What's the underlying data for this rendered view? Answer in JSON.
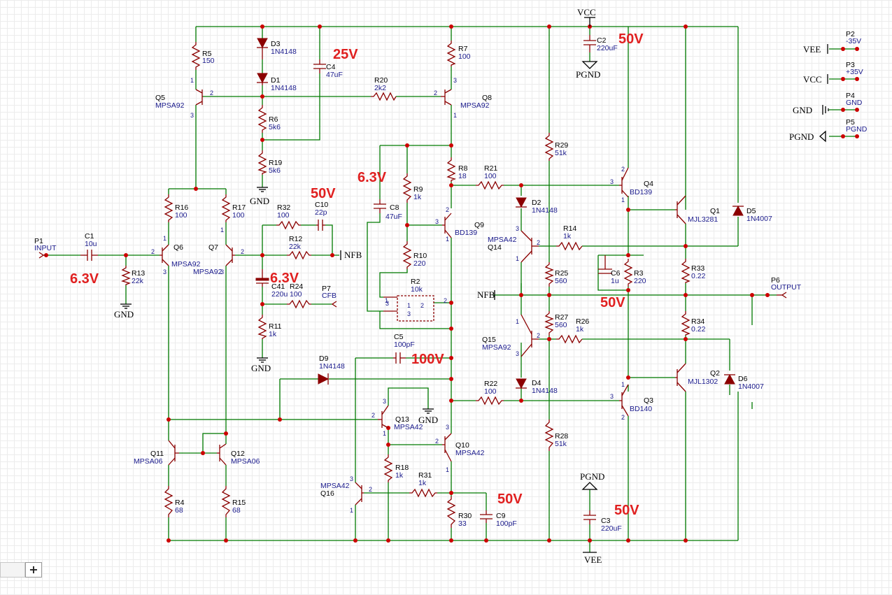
{
  "zoom": {
    "minus_label": "",
    "plus_label": "+"
  },
  "nets": {
    "vcc": "VCC",
    "pgnd": "PGND",
    "gnd": "GND",
    "nfb": "NFB",
    "vee": "VEE"
  },
  "voltages": {
    "v25": "25V",
    "v50": "50V",
    "v63": "6.3V",
    "v100": "100V"
  },
  "ports": [
    {
      "ref": "P1",
      "name": "INPUT"
    },
    {
      "ref": "P2",
      "name": "-35V",
      "net": "VEE"
    },
    {
      "ref": "P3",
      "name": "+35V",
      "net": "VCC"
    },
    {
      "ref": "P4",
      "name": "GND",
      "net": "GND"
    },
    {
      "ref": "P5",
      "name": "PGND",
      "net": "PGND"
    },
    {
      "ref": "P6",
      "name": "OUTPUT"
    },
    {
      "ref": "P7",
      "name": "CFB"
    }
  ],
  "resistors": [
    {
      "ref": "R5",
      "value": "150"
    },
    {
      "ref": "R6",
      "value": "5k6"
    },
    {
      "ref": "R19",
      "value": "5k6"
    },
    {
      "ref": "R20",
      "value": "2k2"
    },
    {
      "ref": "R7",
      "value": "100"
    },
    {
      "ref": "R8",
      "value": "18"
    },
    {
      "ref": "R21",
      "value": "100"
    },
    {
      "ref": "R29",
      "value": "51k"
    },
    {
      "ref": "R9",
      "value": "1k"
    },
    {
      "ref": "R10",
      "value": "220"
    },
    {
      "ref": "R2",
      "value": "10k"
    },
    {
      "ref": "R16",
      "value": "100"
    },
    {
      "ref": "R17",
      "value": "100"
    },
    {
      "ref": "R32",
      "value": "100"
    },
    {
      "ref": "R12",
      "value": "22k"
    },
    {
      "ref": "R13",
      "value": "22k"
    },
    {
      "ref": "R24",
      "value": "100"
    },
    {
      "ref": "R11",
      "value": "1k"
    },
    {
      "ref": "R14",
      "value": "1k"
    },
    {
      "ref": "R25",
      "value": "560"
    },
    {
      "ref": "R27",
      "value": "560"
    },
    {
      "ref": "R26",
      "value": "1k"
    },
    {
      "ref": "R3",
      "value": "220"
    },
    {
      "ref": "R33",
      "value": "0.22"
    },
    {
      "ref": "R34",
      "value": "0.22"
    },
    {
      "ref": "R22",
      "value": "100"
    },
    {
      "ref": "R28",
      "value": "51k"
    },
    {
      "ref": "R18",
      "value": "1k"
    },
    {
      "ref": "R31",
      "value": "1k"
    },
    {
      "ref": "R30",
      "value": "33"
    },
    {
      "ref": "R4",
      "value": "68"
    },
    {
      "ref": "R15",
      "value": "68"
    }
  ],
  "capacitors": [
    {
      "ref": "C1",
      "value": "10u"
    },
    {
      "ref": "C4",
      "value": "47uF"
    },
    {
      "ref": "C2",
      "value": "220uF"
    },
    {
      "ref": "C8",
      "value": "47uF"
    },
    {
      "ref": "C10",
      "value": "22p"
    },
    {
      "ref": "C41",
      "value": "220u"
    },
    {
      "ref": "C6",
      "value": "1u"
    },
    {
      "ref": "C5",
      "value": "100pF"
    },
    {
      "ref": "C9",
      "value": "100pF"
    },
    {
      "ref": "C3",
      "value": "220uF"
    }
  ],
  "diodes": [
    {
      "ref": "D3",
      "value": "1N4148"
    },
    {
      "ref": "D1",
      "value": "1N4148"
    },
    {
      "ref": "D2",
      "value": "1N4148"
    },
    {
      "ref": "D4",
      "value": "1N4148"
    },
    {
      "ref": "D5",
      "value": "1N4007"
    },
    {
      "ref": "D6",
      "value": "1N4007"
    },
    {
      "ref": "D9",
      "value": "1N4148"
    }
  ],
  "transistors": [
    {
      "ref": "Q5",
      "value": "MPSA92"
    },
    {
      "ref": "Q8",
      "value": "MPSA92"
    },
    {
      "ref": "Q6",
      "value": "MPSA92"
    },
    {
      "ref": "Q7",
      "value": "MPSA92"
    },
    {
      "ref": "Q9",
      "value": "BD139"
    },
    {
      "ref": "Q14",
      "value": "MPSA42"
    },
    {
      "ref": "Q15",
      "value": "MPSA92"
    },
    {
      "ref": "Q4",
      "value": "BD139"
    },
    {
      "ref": "Q1",
      "value": "MJL3281"
    },
    {
      "ref": "Q2",
      "value": "MJL1302"
    },
    {
      "ref": "Q3",
      "value": "BD140"
    },
    {
      "ref": "Q13",
      "value": "MPSA42"
    },
    {
      "ref": "Q10",
      "value": "MPSA42"
    },
    {
      "ref": "Q11",
      "value": "MPSA06"
    },
    {
      "ref": "Q12",
      "value": "MPSA06"
    },
    {
      "ref": "Q16",
      "value": "MPSA42"
    }
  ],
  "pins": {
    "p1": "1",
    "p2": "2",
    "p3": "3"
  }
}
